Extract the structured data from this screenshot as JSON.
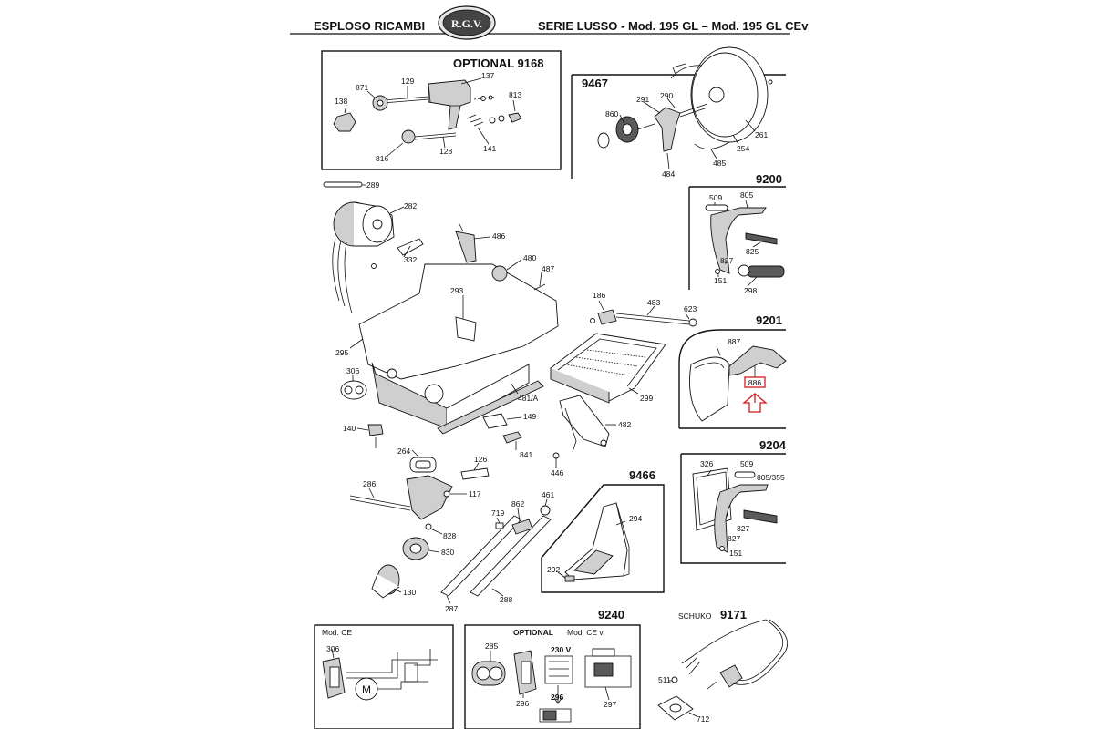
{
  "header": {
    "left_title": "ESPLOSO RICAMBI",
    "logo_text": "R.G.V.",
    "right_title": "SERIE LUSSO - Mod. 195 GL – Mod. 195 GL CEv"
  },
  "groups": {
    "optional_9168": "OPTIONAL  9168",
    "g9467": "9467",
    "g9200": "9200",
    "g9201": "9201",
    "g9204": "9204",
    "g9466": "9466",
    "g9240": "9240",
    "optional_9240": "OPTIONAL",
    "mod_ce_v": "Mod. CE v",
    "mod_ce": "Mod. CE",
    "schuko": "SCHUKO",
    "g9171": "9171",
    "voltage": "230 V"
  },
  "parts": {
    "p137": "137",
    "p129": "129",
    "p871": "871",
    "p813": "813",
    "p138": "138",
    "p816": "816",
    "p128": "128",
    "p141": "141",
    "p860": "860",
    "p291": "291",
    "p290": "290",
    "p261": "261",
    "p254": "254",
    "p485": "485",
    "p484": "484",
    "p509a": "509",
    "p805": "805",
    "p825": "825",
    "p827a": "827",
    "p151a": "151",
    "p298": "298",
    "p887": "887",
    "p886": "886",
    "p326": "326",
    "p509b": "509",
    "p805_355": "805/355",
    "p327": "327",
    "p827b": "827",
    "p151b": "151",
    "p289": "289",
    "p282": "282",
    "p332": "332",
    "p486": "486",
    "p480": "480",
    "p487": "487",
    "p293": "293",
    "p295": "295",
    "p306a": "306",
    "p481a": "481/A",
    "p140": "140",
    "p149": "149",
    "p841": "841",
    "p264": "264",
    "p126": "126",
    "p186": "186",
    "p483": "483",
    "p623": "623",
    "p299": "299",
    "p482": "482",
    "p446": "446",
    "p286": "286",
    "p117": "117",
    "p828": "828",
    "p830": "830",
    "p130": "130",
    "p719": "719",
    "p862": "862",
    "p461": "461",
    "p287": "287",
    "p288": "288",
    "p294": "294",
    "p292": "292",
    "p306b": "306",
    "p285": "285",
    "p296a": "296",
    "p296b": "296",
    "p297": "297",
    "p511": "511",
    "p712": "712"
  },
  "colors": {
    "highlight": "#d21b1b",
    "line": "#111111",
    "shade": "#cfcfcf"
  }
}
